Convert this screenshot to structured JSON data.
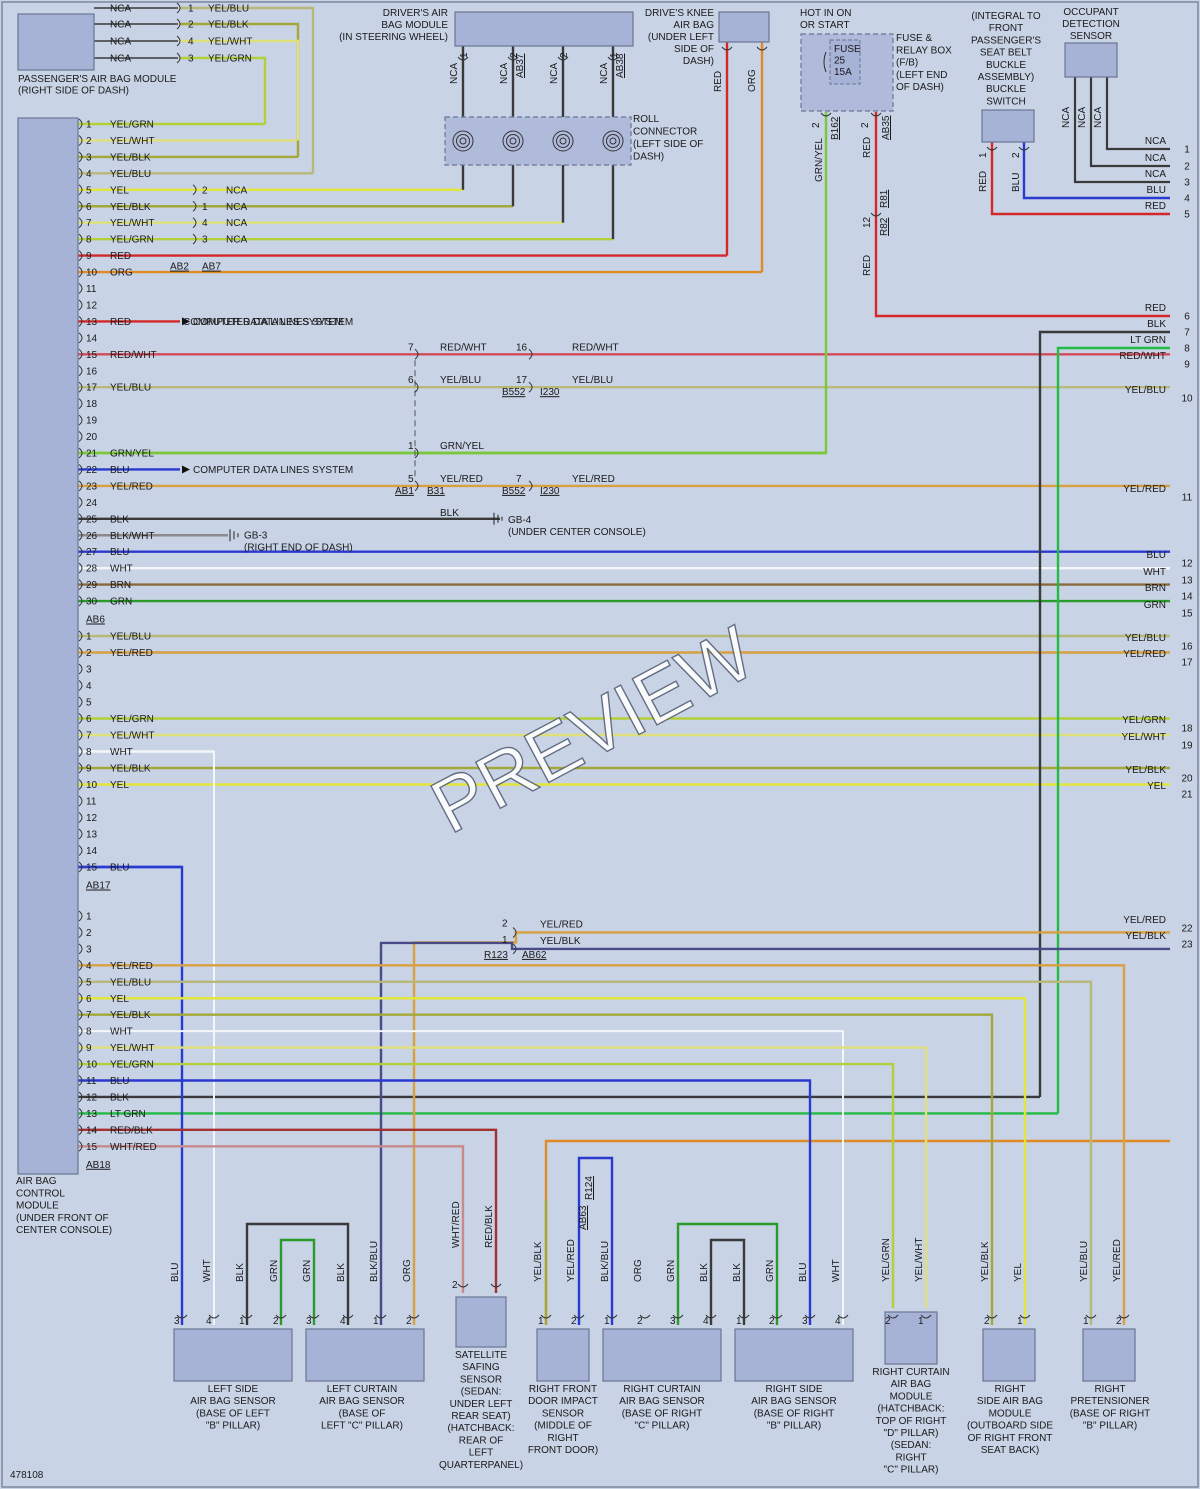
{
  "diagram_id": "478108",
  "watermark": "PREVIEW",
  "colors": {
    "RED": "#d42828",
    "ORG": "#e08a26",
    "BLK": "#3a3a3a",
    "GRN": "#2a9a2a",
    "LTGRN": "#22bb44",
    "BLU": "#2a3ad0",
    "WHT": "#f4f6fa",
    "BRN": "#8a6a3a",
    "YEL": "#e3e63a",
    "YELBLU": "#b8b878",
    "YELRED": "#d8a040",
    "YELGRN": "#b4d038",
    "YELWHT": "#e0e07a",
    "YELBLK": "#a4a838",
    "REDWHT": "#d44a5a",
    "WHTRED": "#c88a8a",
    "REDBLK": "#a43030",
    "GRNYEL": "#7ac838",
    "BLKWHT": "#8a8a8a",
    "BLKBLU": "#4a4a88",
    "component_fill": "#a6b2d6",
    "background": "#c8d3e6"
  },
  "components": {
    "passenger_airbag": {
      "label": [
        "PASSENGER'S AIR BAG MODULE",
        "(RIGHT SIDE OF DASH)"
      ]
    },
    "driver_airbag": {
      "label": [
        "DRIVER'S AIR",
        "BAG MODULE",
        "(IN STEERING WHEEL)"
      ]
    },
    "knee_airbag": {
      "label": [
        "DRIVE'S KNEE",
        "AIR BAG",
        "(UNDER LEFT",
        "SIDE OF",
        "DASH)"
      ]
    },
    "fuse_box": {
      "hot_label": [
        "HOT IN ON",
        "OR START"
      ],
      "label": [
        "FUSE &",
        "RELAY BOX",
        "(F/B)",
        "(LEFT END",
        "OF DASH)"
      ],
      "fuse": [
        "FUSE",
        "25",
        "15A"
      ]
    },
    "buckle_switch": {
      "label": [
        "(INTEGRAL TO",
        "FRONT",
        "PASSENGER'S",
        "SEAT BELT",
        "BUCKLE",
        "ASSEMBLY)",
        "BUCKLE",
        "SWITCH"
      ]
    },
    "occupant_sensor": {
      "label": [
        "OCCUPANT",
        "DETECTION",
        "SENSOR"
      ]
    },
    "roll_connector": {
      "label": [
        "ROLL",
        "CONNECTOR",
        "(LEFT SIDE OF",
        "DASH)"
      ]
    },
    "control_module": {
      "label": [
        "AIR BAG",
        "CONTROL",
        "MODULE",
        "(UNDER FRONT OF",
        "CENTER CONSOLE)"
      ]
    }
  },
  "bottom_components": [
    {
      "label": [
        "LEFT SIDE",
        "AIR BAG SENSOR",
        "(BASE OF LEFT",
        "\"B\" PILLAR)"
      ]
    },
    {
      "label": [
        "LEFT CURTAIN",
        "AIR BAG SENSOR",
        "(BASE OF",
        "LEFT \"C\" PILLAR)"
      ]
    },
    {
      "label": [
        "SATELLITE",
        "SAFING",
        "SENSOR",
        "(SEDAN:",
        "UNDER LEFT",
        "REAR SEAT)",
        "(HATCHBACK:",
        "REAR OF",
        "LEFT",
        "QUARTERPANEL)"
      ]
    },
    {
      "label": [
        "RIGHT FRONT",
        "DOOR IMPACT",
        "SENSOR",
        "(MIDDLE OF",
        "RIGHT",
        "FRONT DOOR)"
      ]
    },
    {
      "label": [
        "RIGHT CURTAIN",
        "AIR BAG SENSOR",
        "(BASE OF RIGHT",
        "\"C\" PILLAR)"
      ]
    },
    {
      "label": [
        "RIGHT SIDE",
        "AIR BAG SENSOR",
        "(BASE OF RIGHT",
        "\"B\" PILLAR)"
      ]
    },
    {
      "label": [
        "RIGHT CURTAIN",
        "AIR BAG",
        "MODULE",
        "(HATCHBACK:",
        "TOP OF RIGHT",
        "\"D\" PILLAR)",
        "(SEDAN:",
        "RIGHT",
        "\"C\" PILLAR)"
      ]
    },
    {
      "label": [
        "RIGHT",
        "SIDE AIR BAG",
        "MODULE",
        "(OUTBOARD SIDE",
        "OF RIGHT FRONT",
        "SEAT BACK)"
      ]
    },
    {
      "label": [
        "RIGHT",
        "PRETENSIONER",
        "(BASE OF RIGHT",
        "\"B\" PILLAR)"
      ]
    }
  ],
  "passenger_pins": [
    {
      "a": "NCA",
      "pin": "1",
      "b": "YEL/BLU"
    },
    {
      "a": "NCA",
      "pin": "2",
      "b": "YEL/BLK"
    },
    {
      "a": "NCA",
      "pin": "4",
      "b": "YEL/WHT"
    },
    {
      "a": "NCA",
      "pin": "3",
      "b": "YEL/GRN"
    }
  ],
  "connector_refs": {
    "AB2": "AB2",
    "AB7": "AB7",
    "AB6": "AB6",
    "AB17": "AB17",
    "AB18": "AB18",
    "AB1": "AB1",
    "B31": "B31",
    "B552": "B552",
    "I230": "I230",
    "R123": "R123",
    "AB62": "AB62",
    "AB37": "AB37",
    "AB38": "AB38",
    "B162": "B162",
    "AB35": "AB35",
    "R81": "R81",
    "R82": "R82",
    "AB63": "AB63",
    "R124": "R124"
  },
  "grounds": {
    "gb3": "GB-3",
    "gb3_loc": "(RIGHT END OF DASH)",
    "gb4": "GB-4",
    "gb4_loc": "(UNDER CENTER CONSOLE)"
  },
  "computer_data": "COMPUTER DATA LINES SYSTEM",
  "module_group1": [
    {
      "pin": "1",
      "label": "YEL/GRN"
    },
    {
      "pin": "2",
      "label": "YEL/WHT"
    },
    {
      "pin": "3",
      "label": "YEL/BLK"
    },
    {
      "pin": "4",
      "label": "YEL/BLU"
    },
    {
      "pin": "5",
      "label": "YEL"
    },
    {
      "pin": "6",
      "label": "YEL/BLK"
    },
    {
      "pin": "7",
      "label": "YEL/WHT"
    },
    {
      "pin": "8",
      "label": "YEL/GRN"
    },
    {
      "pin": "9",
      "label": "RED"
    },
    {
      "pin": "10",
      "label": "ORG"
    },
    {
      "pin": "11",
      "label": ""
    },
    {
      "pin": "12",
      "label": ""
    },
    {
      "pin": "13",
      "label": "RED"
    },
    {
      "pin": "14",
      "label": ""
    },
    {
      "pin": "15",
      "label": "RED/WHT"
    },
    {
      "pin": "16",
      "label": ""
    },
    {
      "pin": "17",
      "label": "YEL/BLU"
    },
    {
      "pin": "18",
      "label": ""
    },
    {
      "pin": "19",
      "label": ""
    },
    {
      "pin": "20",
      "label": ""
    },
    {
      "pin": "21",
      "label": "GRN/YEL"
    },
    {
      "pin": "22",
      "label": "BLU"
    },
    {
      "pin": "23",
      "label": "YEL/RED"
    },
    {
      "pin": "24",
      "label": ""
    },
    {
      "pin": "25",
      "label": "BLK"
    },
    {
      "pin": "26",
      "label": "BLK/WHT"
    },
    {
      "pin": "27",
      "label": "BLU"
    },
    {
      "pin": "28",
      "label": "WHT"
    },
    {
      "pin": "29",
      "label": "BRN"
    },
    {
      "pin": "30",
      "label": "GRN"
    }
  ],
  "module_group2": [
    {
      "pin": "1",
      "label": "YEL/BLU"
    },
    {
      "pin": "2",
      "label": "YEL/RED"
    },
    {
      "pin": "3",
      "label": ""
    },
    {
      "pin": "4",
      "label": ""
    },
    {
      "pin": "5",
      "label": ""
    },
    {
      "pin": "6",
      "label": "YEL/GRN"
    },
    {
      "pin": "7",
      "label": "YEL/WHT"
    },
    {
      "pin": "8",
      "label": "WHT"
    },
    {
      "pin": "9",
      "label": "YEL/BLK"
    },
    {
      "pin": "10",
      "label": "YEL"
    },
    {
      "pin": "11",
      "label": ""
    },
    {
      "pin": "12",
      "label": ""
    },
    {
      "pin": "13",
      "label": ""
    },
    {
      "pin": "14",
      "label": ""
    },
    {
      "pin": "15",
      "label": "BLU"
    }
  ],
  "module_group3": [
    {
      "pin": "1",
      "label": ""
    },
    {
      "pin": "2",
      "label": ""
    },
    {
      "pin": "3",
      "label": ""
    },
    {
      "pin": "4",
      "label": "YEL/RED"
    },
    {
      "pin": "5",
      "label": "YEL/BLU"
    },
    {
      "pin": "6",
      "label": "YEL"
    },
    {
      "pin": "7",
      "label": "YEL/BLK"
    },
    {
      "pin": "8",
      "label": "WHT"
    },
    {
      "pin": "9",
      "label": "YEL/WHT"
    },
    {
      "pin": "10",
      "label": "YEL/GRN"
    },
    {
      "pin": "11",
      "label": "BLU"
    },
    {
      "pin": "12",
      "label": "BLK"
    },
    {
      "pin": "13",
      "label": "LT GRN"
    },
    {
      "pin": "14",
      "label": "RED/BLK"
    },
    {
      "pin": "15",
      "label": "WHT/RED"
    }
  ],
  "right_edge": [
    {
      "pin": "1",
      "label": "NCA"
    },
    {
      "pin": "2",
      "label": "NCA"
    },
    {
      "pin": "3",
      "label": "NCA"
    },
    {
      "pin": "4",
      "label": "BLU"
    },
    {
      "pin": "5",
      "label": "RED"
    },
    {
      "pin": "6",
      "label": "RED"
    },
    {
      "pin": "7",
      "label": "BLK"
    },
    {
      "pin": "8",
      "label": "LT GRN"
    },
    {
      "pin": "9",
      "label": "RED/WHT"
    },
    {
      "pin": "10",
      "label": "YEL/BLU"
    },
    {
      "pin": "11",
      "label": "YEL/RED"
    },
    {
      "pin": "12",
      "label": "BLU"
    },
    {
      "pin": "13",
      "label": "WHT"
    },
    {
      "pin": "14",
      "label": "BRN"
    },
    {
      "pin": "15",
      "label": "GRN"
    },
    {
      "pin": "16",
      "label": "YEL/BLU"
    },
    {
      "pin": "17",
      "label": "YEL/RED"
    },
    {
      "pin": "18",
      "label": "YEL/GRN"
    },
    {
      "pin": "19",
      "label": "YEL/WHT"
    },
    {
      "pin": "20",
      "label": "YEL/BLK"
    },
    {
      "pin": "21",
      "label": "YEL"
    },
    {
      "pin": "22",
      "label": "YEL/RED"
    },
    {
      "pin": "23",
      "label": "YEL/BLK"
    }
  ],
  "pin_numbers": {
    "p1": "1",
    "p2": "2",
    "p3": "3",
    "p4": "4",
    "p5": "5",
    "p6": "6",
    "p7": "7",
    "p9": "9",
    "p12": "12",
    "p16": "16",
    "p17": "17"
  },
  "inline_labels": {
    "nca": "NCA",
    "red": "RED",
    "org": "ORG",
    "blk": "BLK",
    "blu": "BLU",
    "grn": "GRN",
    "wht": "WHT",
    "red_wht": "RED/WHT",
    "yel_blu": "YEL/BLU",
    "grn_yel": "GRN/YEL",
    "yel_red": "YEL/RED",
    "yel_blk": "YEL/BLK",
    "yel_grn": "YEL/GRN",
    "yel_wht": "YEL/WHT",
    "yel": "YEL",
    "blk_blu": "BLK/BLU",
    "wht_red": "WHT/RED",
    "red_blk": "RED/BLK"
  }
}
